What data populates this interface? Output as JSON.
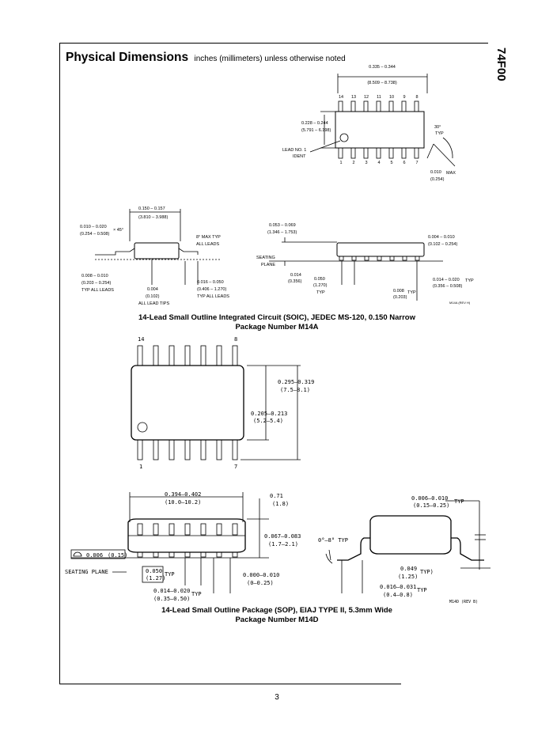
{
  "side_title": "74F00",
  "section": {
    "title": "Physical Dimensions",
    "subtitle": "inches (millimeters) unless otherwise noted"
  },
  "m14a": {
    "top": {
      "width_in": "0.335 – 0.344",
      "width_mm": "(8.509 – 8.738)",
      "body_in": "0.228 – 0.244",
      "body_mm": "(5.791 – 6.198)",
      "pins_top": [
        "14",
        "13",
        "12",
        "11",
        "10",
        "9",
        "8"
      ],
      "pins_bottom": [
        "1",
        "2",
        "3",
        "4",
        "5",
        "6",
        "7"
      ],
      "lead1_a": "LEAD NO. 1",
      "lead1_b": "IDENT",
      "angle": "30°",
      "angle_typ": "TYP",
      "max_in": "0.010",
      "max_label": "MAX",
      "max_mm": "(0.254)"
    },
    "end": {
      "width_in": "0.150 – 0.157",
      "width_mm": "(3.810 – 3.988)",
      "chamfer_in": "0.010 – 0.020",
      "chamfer_mm": "(0.254 – 0.508)",
      "chamfer_angle": "× 45°",
      "max_angle": "8° MAX TYP",
      "all_leads": "ALL LEADS",
      "thk_in": "0.008 – 0.010",
      "thk_mm": "(0.203 – 0.254)",
      "thk_note": "TYP ALL LEADS",
      "tip_in": "0.004",
      "tip_mm": "(0.102)",
      "tip_note": "ALL LEAD TIPS",
      "foot_in": "0.016 – 0.050",
      "foot_mm": "(0.406 – 1.270)",
      "foot_note": "TYP ALL LEADS"
    },
    "side": {
      "height_in": "0.053 – 0.069",
      "height_mm": "(1.346 – 1.753)",
      "standoff_in": "0.004 – 0.010",
      "standoff_mm": "(0.102 – 0.254)",
      "seating_a": "SEATING",
      "seating_b": "PLANE",
      "s014_in": "0.014",
      "s014_mm": "(0.356)",
      "pitch_in": "0.050",
      "pitch_mm": "(1.270)",
      "pitch_typ": "TYP",
      "lead_w_in": "0.014 – 0.020",
      "lead_w_typ": "TYP",
      "lead_w_mm": "(0.356 – 0.508)",
      "t008_in": "0.008",
      "t008_typ": "TYP",
      "t008_mm": "(0.203)",
      "rev": "M14A (REV H)"
    },
    "caption_1": "14-Lead Small Outline Integrated Circuit (SOIC), JEDEC MS-120, 0.150 Narrow",
    "caption_2": "Package Number M14A"
  },
  "m14d": {
    "top": {
      "pin14": "14",
      "pin8": "8",
      "pin1": "1",
      "pin7": "7",
      "outer_in": "0.295–0.319",
      "outer_mm": "(7.5–8.1)",
      "body_in": "0.205–0.213",
      "body_mm": "(5.2–5.4)"
    },
    "side": {
      "length_in": "0.394–0.402",
      "length_mm": "(10.0–10.2)",
      "top_in": "0.71",
      "top_mm": "(1.8)",
      "height_in": "0.067–0.083",
      "height_mm": "(1.7–2.1)",
      "flat_in": "0.006",
      "flat_mm": "(0.15)",
      "seating": "SEATING PLANE",
      "pitch_in": "0.050",
      "pitch_mm": "(1.27)",
      "pitch_typ": "TYP",
      "standoff_in": "0.000–0.010",
      "standoff_mm": "(0–0.25)",
      "lead_in": "0.014–0.020",
      "lead_mm": "(0.35–0.50)",
      "lead_typ": "TYP"
    },
    "end": {
      "thk_in": "0.006–0.010",
      "thk_mm": "(0.15–0.25)",
      "thk_typ": "TYP",
      "angle": "0°–8° TYP",
      "lead_in": "0.049",
      "lead_mm": "(1.25)",
      "lead_typ": "TYP)",
      "foot_in": "0.016–0.031",
      "foot_mm": "(0.4–0.8)",
      "foot_typ": "TYP",
      "rev": "M14D (REV B)"
    },
    "caption_1": "14-Lead Small Outline Package (SOP), EIAJ TYPE II, 5.3mm Wide",
    "caption_2": "Package Number M14D"
  },
  "page_number": "3"
}
